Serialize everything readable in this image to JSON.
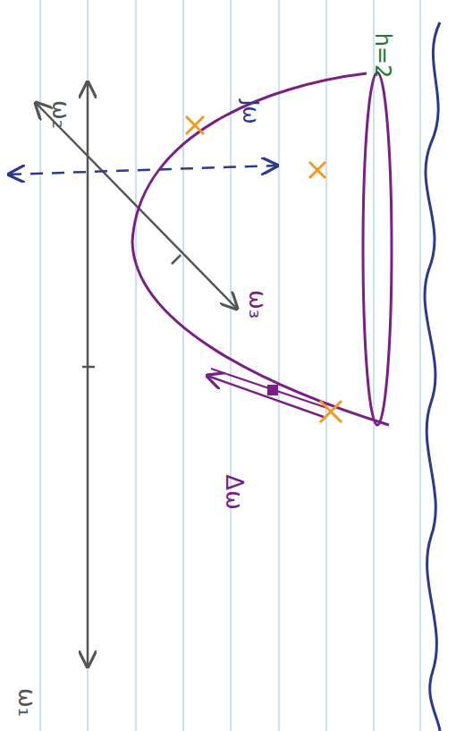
{
  "diagram": {
    "labels": [
      "ω₂",
      "ω₁",
      "ω₃",
      "h=2",
      "Jω",
      "Δω"
    ]
  }
}
